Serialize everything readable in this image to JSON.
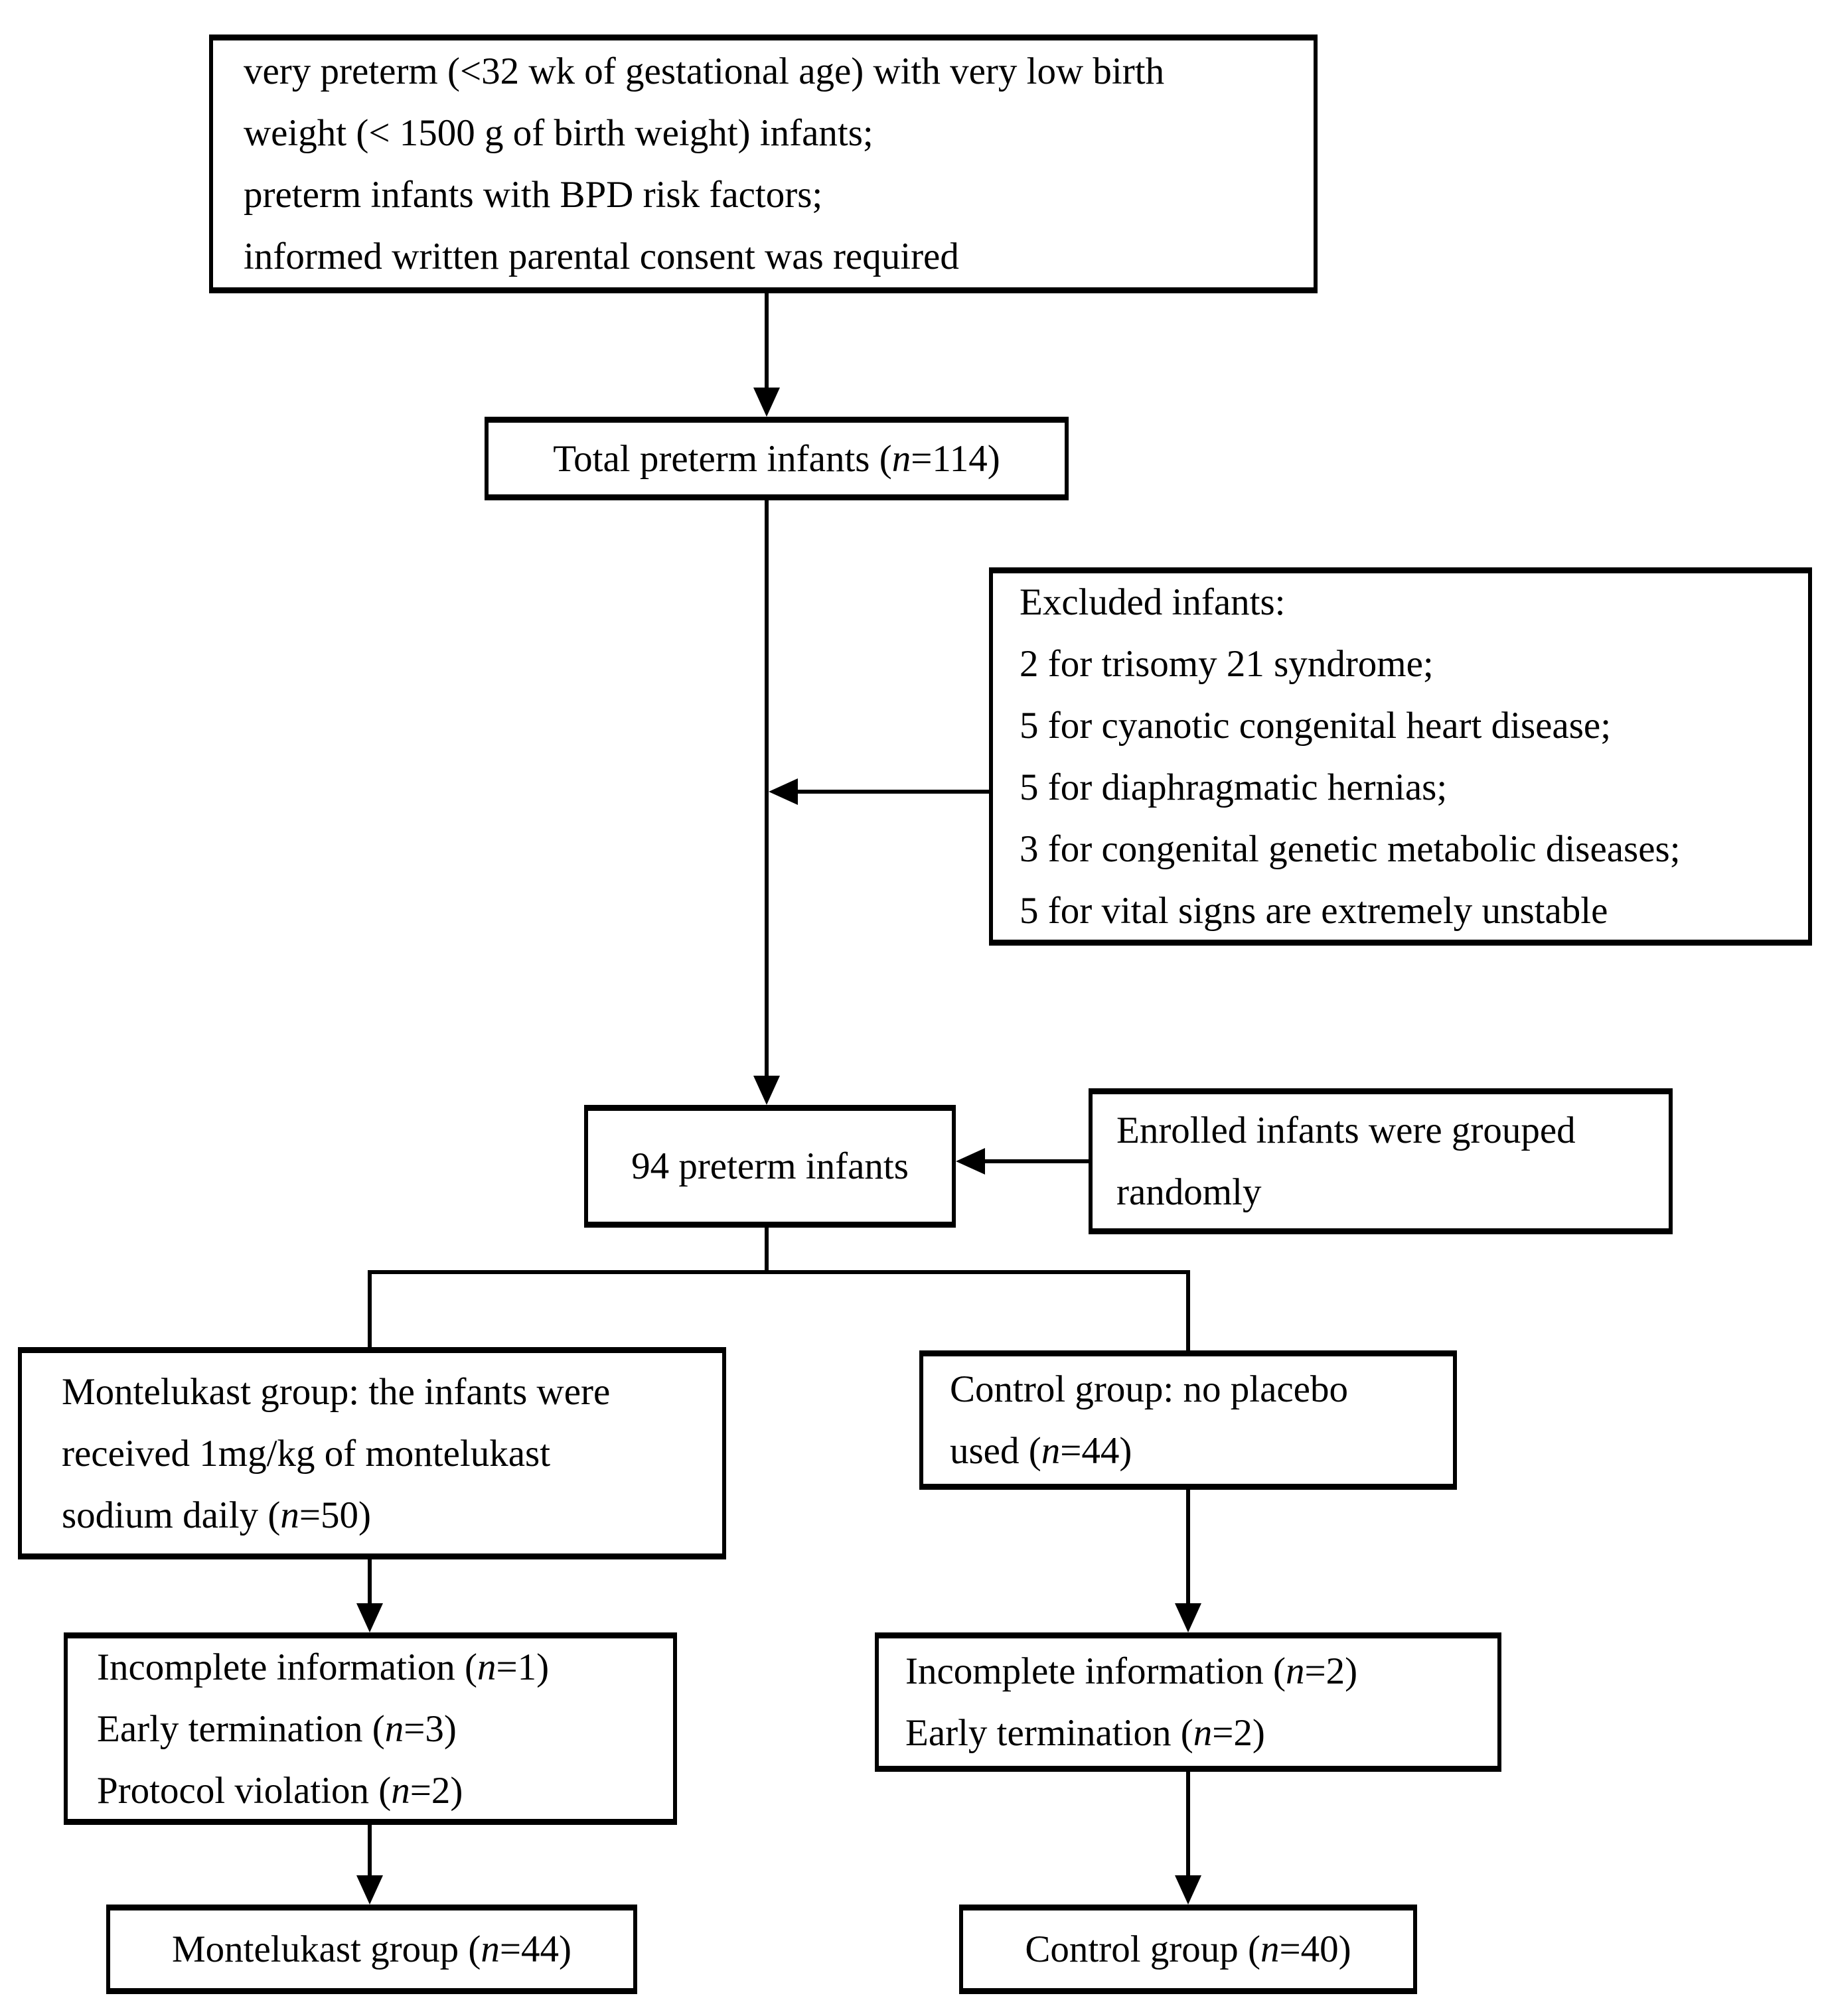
{
  "figure": {
    "background_color": "#ffffff",
    "ink_color": "#000000"
  },
  "boxes": {
    "inclusion": {
      "lines": [
        "very preterm (<32 wk of gestational age) with very low birth",
        "weight (< 1500 g of birth weight) infants;",
        "preterm infants with BPD risk factors;",
        "informed written parental consent was required"
      ]
    },
    "total": {
      "label": "Total preterm infants (n=114)"
    },
    "excluded": {
      "lines": [
        "Excluded infants:",
        "2 for trisomy 21 syndrome;",
        "5 for cyanotic congenital heart disease;",
        "5 for diaphragmatic hernias;",
        "3 for congenital genetic metabolic diseases;",
        "5 for vital signs are extremely unstable"
      ]
    },
    "randomized": {
      "label": "94 preterm infants"
    },
    "enrolled": {
      "lines": [
        "Enrolled infants were grouped",
        "randomly"
      ]
    },
    "montelukast": {
      "lines": [
        "Montelukast group: the infants were",
        "received 1mg/kg of montelukast",
        "sodium daily (n=50)"
      ]
    },
    "control": {
      "lines": [
        "Control group: no placebo",
        "used (n=44)"
      ]
    },
    "attrition_left": {
      "lines": [
        "Incomplete information (n=1)",
        "Early termination (n=3)",
        "Protocol violation (n=2)"
      ]
    },
    "attrition_right": {
      "lines": [
        "Incomplete information (n=2)",
        "Early termination (n=2)"
      ]
    },
    "final_left": {
      "label": "Montelukast group (n=44)"
    },
    "final_right": {
      "label": "Control group (n=40)"
    }
  }
}
